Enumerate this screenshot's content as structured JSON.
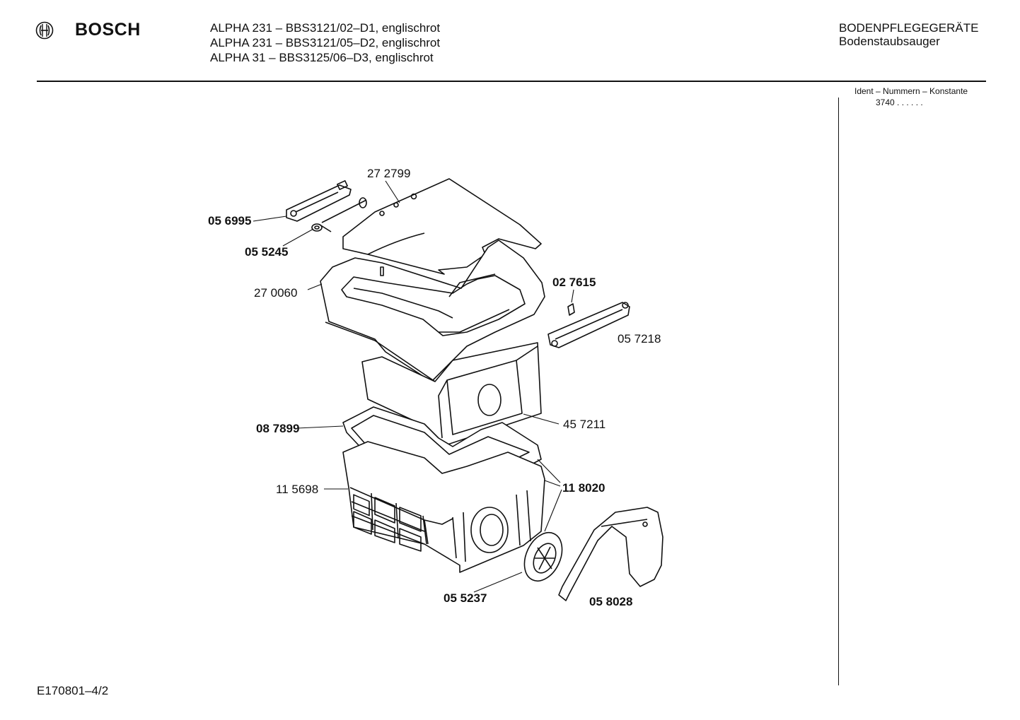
{
  "brand": {
    "name": "BOSCH",
    "logo_icon": "bosch-armature-logo-icon"
  },
  "header": {
    "models": [
      "ALPHA 231 – BBS3121/02–D1, englischrot",
      "ALPHA 231 – BBS3121/05–D2, englischrot",
      "ALPHA 31 – BBS3125/06–D3, englischrot"
    ],
    "category": "BODENPFLEGEGERÄTE",
    "subcategory": "Bodenstaubsauger"
  },
  "ident": {
    "title": "Ident – Nummern – Konstante",
    "number": "3740 . .   . . . ."
  },
  "footer": {
    "code": "E170801–4/2"
  },
  "parts": [
    {
      "id": "272799",
      "label": "27 2799",
      "bold": false
    },
    {
      "id": "056995",
      "label": "05 6995",
      "bold": true
    },
    {
      "id": "055245",
      "label": "05 5245",
      "bold": true
    },
    {
      "id": "270060",
      "label": "27 0060",
      "bold": false
    },
    {
      "id": "027615",
      "label": "02 7615",
      "bold": true
    },
    {
      "id": "057218",
      "label": "05 7218",
      "bold": false
    },
    {
      "id": "087899",
      "label": "08 7899",
      "bold": true
    },
    {
      "id": "457211",
      "label": "45 7211",
      "bold": false
    },
    {
      "id": "115698",
      "label": "11 5698",
      "bold": false
    },
    {
      "id": "118020",
      "label": "11 8020",
      "bold": true
    },
    {
      "id": "055237",
      "label": "05 5237",
      "bold": true
    },
    {
      "id": "058028",
      "label": "05 8028",
      "bold": true
    }
  ]
}
